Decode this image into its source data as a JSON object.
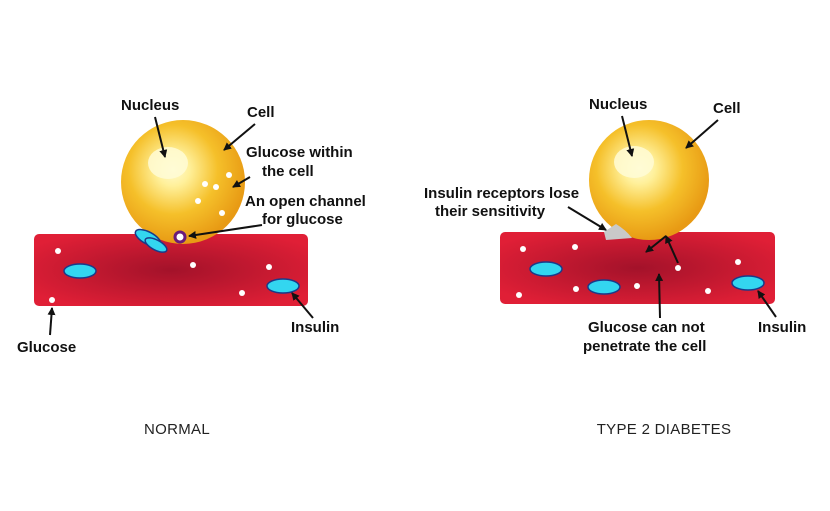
{
  "colors": {
    "vessel": "#d3192f",
    "vessel_dark": "#a3122a",
    "cell_core": "#fff6a8",
    "cell_outer": "#eda51a",
    "insulin": "#33d6f0",
    "channel": "#6a1b7a",
    "receptor": "#c9c9c9"
  },
  "normal": {
    "caption": "NORMAL",
    "labels": {
      "nucleus": "Nucleus",
      "cell": "Cell",
      "glucose_within_1": "Glucose within",
      "glucose_within_2": "the cell",
      "channel_1": "An open channel",
      "channel_2": "for glucose",
      "insulin": "Insulin",
      "glucose": "Glucose"
    }
  },
  "diabetes": {
    "caption": "TYPE 2 DIABETES",
    "labels": {
      "nucleus": "Nucleus",
      "cell": "Cell",
      "receptors_1": "Insulin receptors lose",
      "receptors_2": "their sensitivity",
      "no_entry_1": "Glucose can not",
      "no_entry_2": "penetrate the cell",
      "insulin": "Insulin"
    }
  }
}
